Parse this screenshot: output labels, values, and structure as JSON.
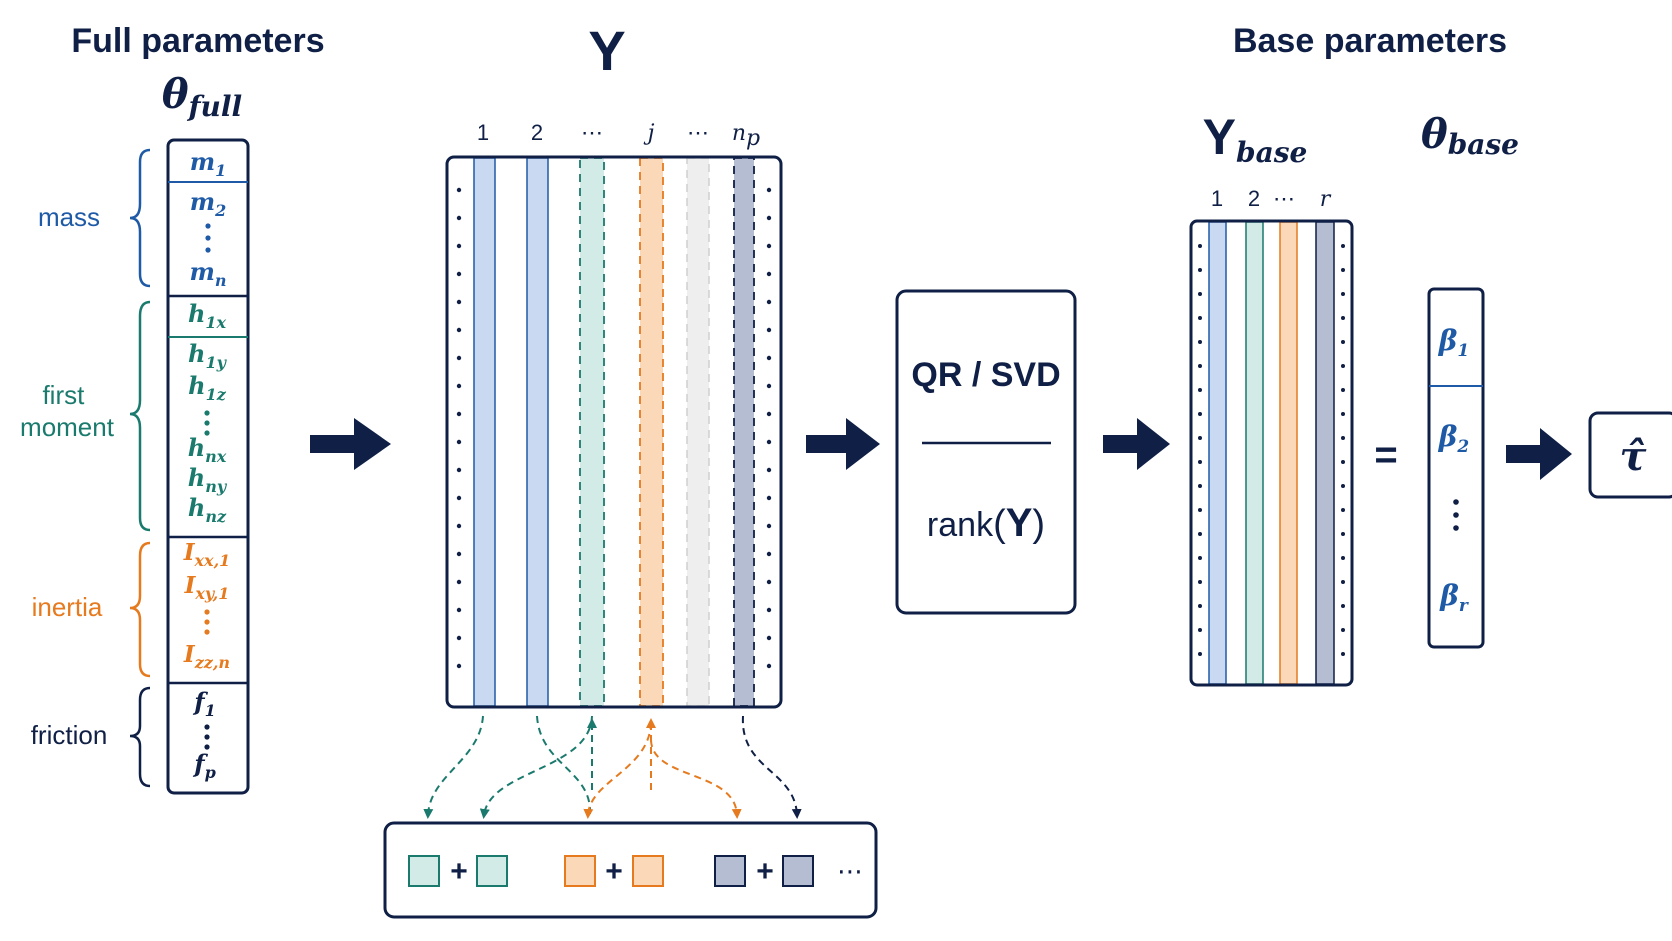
{
  "titles": {
    "full_parameters": "Full parameters",
    "Y": "Y",
    "base_parameters": "Base parameters"
  },
  "theta_full": {
    "main": "θ",
    "sub": "full"
  },
  "groups": [
    {
      "label": [
        "mass"
      ],
      "color": "#1f5aa6"
    },
    {
      "label": [
        "first",
        "moment"
      ],
      "color": "#1a7a6d"
    },
    {
      "label": [
        "inertia"
      ],
      "color": "#e67a1e"
    },
    {
      "label": [
        "friction"
      ],
      "color": "#0f1f45"
    }
  ],
  "params": {
    "mass": [
      {
        "b": "m",
        "s": "1"
      },
      {
        "b": "m",
        "s": "2"
      },
      {
        "b": "m",
        "s": "n"
      }
    ],
    "first_moment": [
      {
        "b": "h",
        "s": "1x"
      },
      {
        "b": "h",
        "s": "1y"
      },
      {
        "b": "h",
        "s": "1z"
      },
      {
        "b": "h",
        "s": "nx"
      },
      {
        "b": "h",
        "s": "ny"
      },
      {
        "b": "h",
        "s": "nz"
      }
    ],
    "inertia": [
      {
        "b": "I",
        "s": "xx,1"
      },
      {
        "b": "I",
        "s": "xy,1"
      },
      {
        "b": "I",
        "s": "zz,n"
      }
    ],
    "friction": [
      {
        "b": "f",
        "s": "1"
      },
      {
        "b": "f",
        "s": "p"
      }
    ]
  },
  "y_columns": [
    "1",
    "2",
    "⋯",
    "j",
    "⋯",
    "n"
  ],
  "y_columns_last_sub": "p",
  "process": {
    "top": "QR / SVD",
    "bottom_pre": "rank",
    "bottom_arg": "Y"
  },
  "y_base": {
    "main": "Y",
    "sub": "base",
    "columns": [
      "1",
      "2",
      "⋯",
      "r"
    ]
  },
  "theta_base": {
    "main": "θ",
    "sub": "base"
  },
  "beta": [
    {
      "b": "β",
      "s": "1"
    },
    {
      "b": "β",
      "s": "2"
    },
    {
      "b": "β",
      "s": "r"
    }
  ],
  "equals": "=",
  "output": "τ̂",
  "combos": {
    "plus": "+",
    "ellipsis": "⋯"
  },
  "colors": {
    "navy": "#0f1f45",
    "blue": "#1f5aa6",
    "teal": "#1a7a6d",
    "orange": "#e67a1e",
    "col_blue_fill": "#c9d9f2",
    "col_teal_fill": "#d3ebe6",
    "col_orange_fill": "#fbd9b8",
    "col_gray_fill": "#eeeeee",
    "col_slate_fill": "#b4bdd1"
  }
}
